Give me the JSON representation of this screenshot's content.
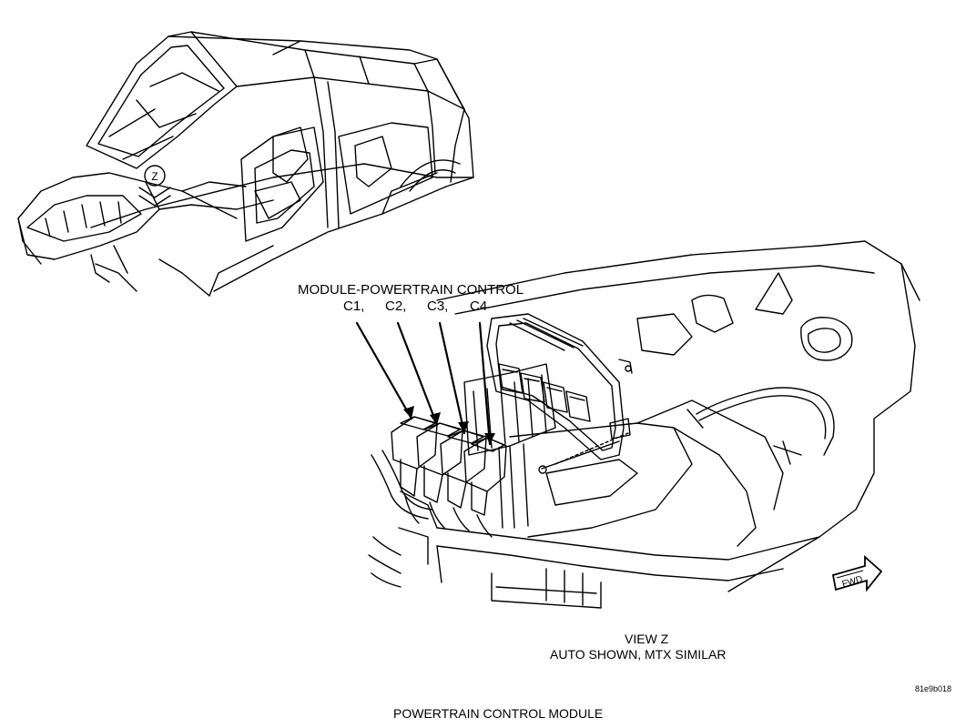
{
  "diagram": {
    "callout_title": "MODULE-POWERTRAIN CONTROL",
    "connectors": [
      "C1,",
      "C2,",
      "C3,",
      "C4"
    ],
    "view_marker": "Z",
    "view_label": "VIEW Z",
    "view_note": "AUTO SHOWN, MTX SIMILAR",
    "forward_indicator": "FWD",
    "reference_code": "81e9b018",
    "caption": "POWERTRAIN CONTROL MODULE"
  },
  "colors": {
    "line": "#000000",
    "background": "#ffffff"
  }
}
